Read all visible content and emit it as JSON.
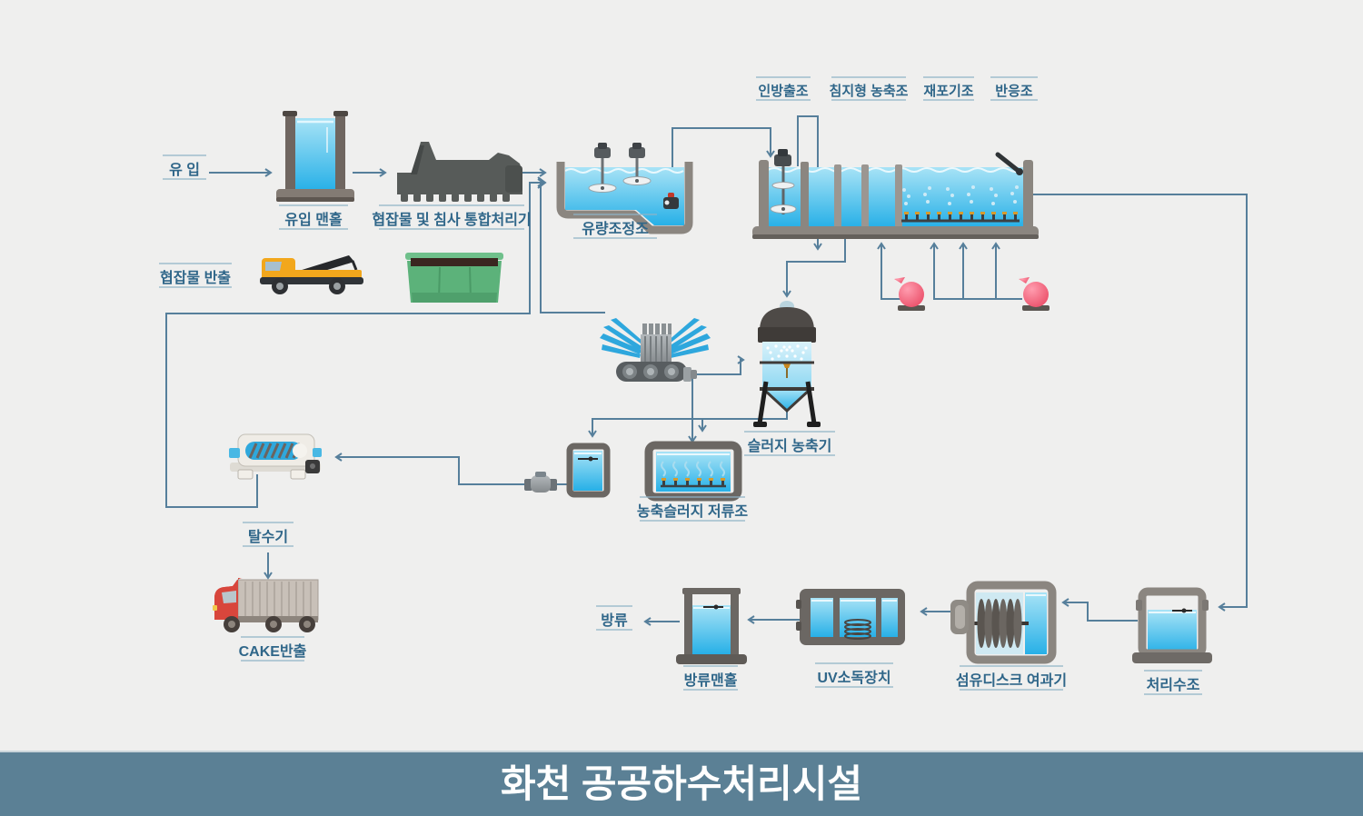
{
  "banner": {
    "title": "화천 공공하수처리시설"
  },
  "labels": {
    "inflow": "유 입",
    "inflow_manhole": "유입 맨홀",
    "integrated_screen": "협잡물 및 침사 통합처리기",
    "flow_equalization": "유량조정조",
    "p_release_tank": "인방출조",
    "submerged_thickener": "침지형 농축조",
    "reaeration_tank": "재포기조",
    "reaction_tank": "반응조",
    "screenings_out": "협잡물 반출",
    "sludge_thickener": "슬러지 농축기",
    "thickened_sludge_storage": "농축슬러지 저류조",
    "dewaterer": "탈수기",
    "cake_out": "CAKE반출",
    "discharge": "방류",
    "discharge_manhole": "방류맨홀",
    "uv_disinfection": "UV소독장치",
    "fiber_disc_filter": "섬유디스크 여과기",
    "treated_water_tank": "처리수조"
  },
  "colors": {
    "background": "#efefee",
    "banner_bg": "#5b8095",
    "label_text": "#2f6689",
    "label_line": "#8fb3c6",
    "flow_line": "#567f9b",
    "water_top": "#9fe0f5",
    "water_bottom": "#27b0e7",
    "tank_frame": "#8b8680",
    "dark_frame": "#6b6763",
    "pump_red": "#ef5a75",
    "tow_truck_yellow": "#f2a71c",
    "dumpster_green": "#5cb27a",
    "cake_truck_red": "#d8463c",
    "spray_blue": "#2ea7dd"
  }
}
